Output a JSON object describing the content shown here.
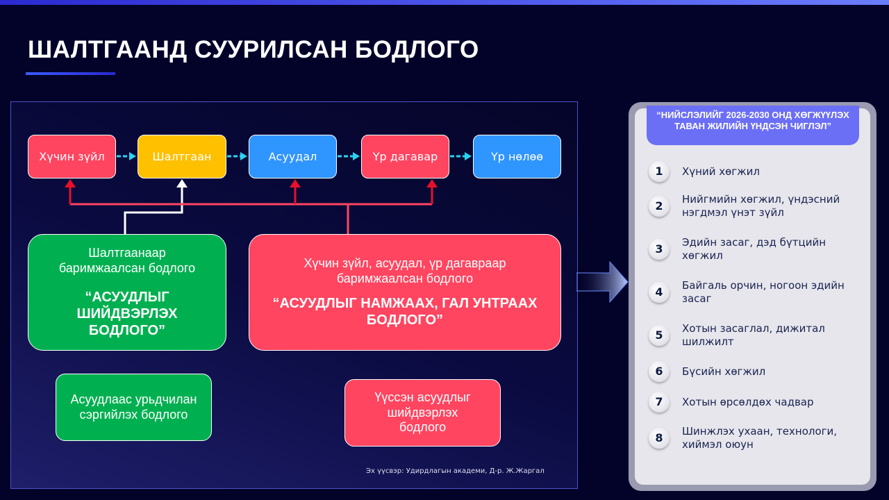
{
  "title": "ШАЛТГААНД СУУРИЛСАН БОДЛОГО",
  "flow": [
    "Хүчин зүйл",
    "Шалтгаан",
    "Асуудал",
    "Үр дагавар",
    "Үр нөлөө"
  ],
  "green_main": {
    "text": "Шалтгаанаар баримжаалсан бодлого",
    "bold": "“АСУУДЛЫГ ШИЙДВЭРЛЭХ БОДЛОГО”"
  },
  "red_main": {
    "text": "Хүчин зүйл, асуудал, үр дагавраар баримжаалсан бодлого",
    "bold": "“АСУУДЛЫГ НАМЖААХ, ГАЛ УНТРААХ БОДЛОГО”"
  },
  "green_small": "Асуудлаас урьдчилан сэргийлэх бодлого",
  "red_small": "Үүссэн асуудлыг шийдвэрлэх бодлого",
  "source": "Эх үүсвэр: Удирдлагын академи, Д-р. Ж.Жаргал",
  "right": {
    "header": "“НИЙСЛЭЛИЙГ 2026-2030 ОНД ХӨГЖҮҮЛЭХ ТАВАН ЖИЛИЙН ҮНДСЭН ЧИГЛЭЛ”",
    "items": [
      {
        "n": "1",
        "t": "Хүний хөгжил"
      },
      {
        "n": "2",
        "t": "Нийгмийн хөгжил, үндэсний нэгдмэл үнэт зүйл"
      },
      {
        "n": "3",
        "t": "Эдийн засаг, дэд бүтцийн хөгжил"
      },
      {
        "n": "4",
        "t": "Байгаль орчин, ногоон эдийн засаг"
      },
      {
        "n": "5",
        "t": "Хотын засаглал, дижитал шилжилт"
      },
      {
        "n": "6",
        "t": "Бүсийн хөгжил"
      },
      {
        "n": "7",
        "t": "Хотын өрсөлдөх чадвар"
      },
      {
        "n": "8",
        "t": "Шинжлэх ухаан, технологи, хиймэл оюун"
      }
    ]
  }
}
